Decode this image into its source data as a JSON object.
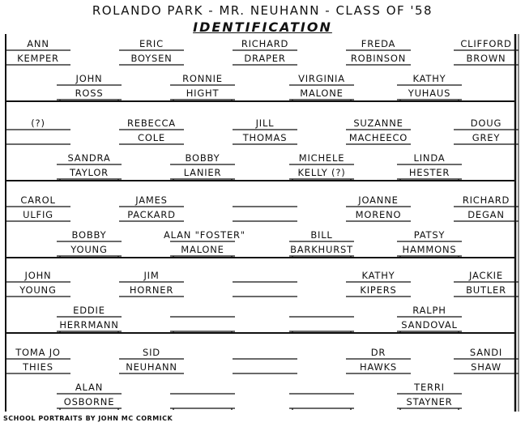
{
  "title": "ROLANDO PARK - MR. NEUHANN - CLASS OF '58",
  "subtitle": "IDENTIFICATION",
  "footer": "SCHOOL PORTRAITS BY JOHN MC CORMICK",
  "rows": [
    {
      "top": [
        {
          "first": "ANN",
          "last": "KEMPER"
        },
        {
          "first": "ERIC",
          "last": "BOYSEN"
        },
        {
          "first": "RICHARD",
          "last": "DRAPER"
        },
        {
          "first": "FREDA",
          "last": "ROBINSON"
        },
        {
          "first": "CLIFFORD",
          "last": "BROWN"
        }
      ],
      "bottom": [
        {
          "first": "JOHN",
          "last": "ROSS"
        },
        {
          "first": "RONNIE",
          "last": "HIGHT"
        },
        {
          "first": "VIRGINIA",
          "last": "MALONE"
        },
        {
          "first": "KATHY",
          "last": "YUHAUS"
        }
      ]
    },
    {
      "top": [
        {
          "first": "(?)",
          "last": ""
        },
        {
          "first": "REBECCA",
          "last": "COLE"
        },
        {
          "first": "JILL",
          "last": "THOMAS"
        },
        {
          "first": "SUZANNE",
          "last": "MACHEECO"
        },
        {
          "first": "DOUG",
          "last": "GREY"
        }
      ],
      "bottom": [
        {
          "first": "SANDRA",
          "last": "TAYLOR"
        },
        {
          "first": "BOBBY",
          "last": "LANIER"
        },
        {
          "first": "MICHELE",
          "last": "KELLY (?)"
        },
        {
          "first": "LINDA",
          "last": "HESTER"
        }
      ]
    },
    {
      "top": [
        {
          "first": "CAROL",
          "last": "ULFIG"
        },
        {
          "first": "JAMES",
          "last": "PACKARD"
        },
        {
          "first": "",
          "last": ""
        },
        {
          "first": "JOANNE",
          "last": "MORENO"
        },
        {
          "first": "RICHARD",
          "last": "DEGAN"
        }
      ],
      "bottom": [
        {
          "first": "BOBBY",
          "last": "YOUNG"
        },
        {
          "first": "ALAN \"FOSTER\"",
          "last": "MALONE"
        },
        {
          "first": "BILL",
          "last": "BARKHURST"
        },
        {
          "first": "PATSY",
          "last": "HAMMONS"
        }
      ]
    },
    {
      "top": [
        {
          "first": "JOHN",
          "last": "YOUNG"
        },
        {
          "first": "JIM",
          "last": "HORNER"
        },
        {
          "first": "",
          "last": ""
        },
        {
          "first": "KATHY",
          "last": "KIPERS"
        },
        {
          "first": "JACKIE",
          "last": "BUTLER"
        }
      ],
      "bottom": [
        {
          "first": "EDDIE",
          "last": "HERRMANN"
        },
        {
          "first": "",
          "last": ""
        },
        {
          "first": "",
          "last": ""
        },
        {
          "first": "RALPH",
          "last": "SANDOVAL"
        }
      ]
    },
    {
      "top": [
        {
          "first": "TOMA JO",
          "last": "THIES"
        },
        {
          "first": "SID",
          "last": "NEUHANN"
        },
        {
          "first": "",
          "last": ""
        },
        {
          "first": "DR",
          "last": "HAWKS"
        },
        {
          "first": "SANDI",
          "last": "SHAW"
        }
      ],
      "bottom": [
        {
          "first": "ALAN",
          "last": "OSBORNE"
        },
        {
          "first": "",
          "last": ""
        },
        {
          "first": "",
          "last": ""
        },
        {
          "first": "TERRI",
          "last": "STAYNER"
        }
      ]
    }
  ]
}
